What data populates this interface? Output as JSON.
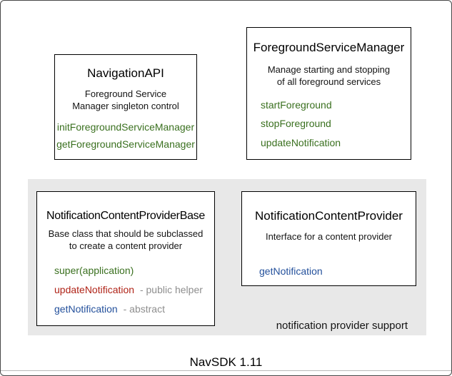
{
  "palette": {
    "method_green": "#3a701f",
    "method_red": "#b02418",
    "method_blue": "#24519c",
    "note_gray": "#8e8e8e",
    "panel_gray": "#e8e8e8",
    "box_border": "#000000"
  },
  "boxes": {
    "navigation_api": {
      "title": "NavigationAPI",
      "description": [
        "Foreground Service",
        "Manager singleton control"
      ],
      "methods": [
        {
          "name": "initForegroundServiceManager"
        },
        {
          "name": "getForegroundServiceManager"
        }
      ]
    },
    "foreground_service_manager": {
      "title": "ForegroundServiceManager",
      "description": [
        "Manage starting and stopping",
        "of all foreground services"
      ],
      "methods": [
        {
          "name": "startForeground"
        },
        {
          "name": "stopForeground"
        },
        {
          "name": "updateNotification"
        }
      ]
    },
    "notification_content_provider_base": {
      "title": "NotificationContentProviderBase",
      "description": [
        "Base class that should be subclassed",
        "to create a content provider"
      ],
      "methods": [
        {
          "name": "super(application)",
          "note": ""
        },
        {
          "name": "updateNotification",
          "note": "- public helper"
        },
        {
          "name": "getNotification",
          "note": "- abstract"
        }
      ]
    },
    "notification_content_provider": {
      "title": "NotificationContentProvider",
      "description": [
        "Interface for a content provider"
      ],
      "methods": [
        {
          "name": "getNotification"
        }
      ]
    }
  },
  "panel": {
    "caption": "notification provider support"
  },
  "footer": {
    "label": "NavSDK 1.11"
  }
}
